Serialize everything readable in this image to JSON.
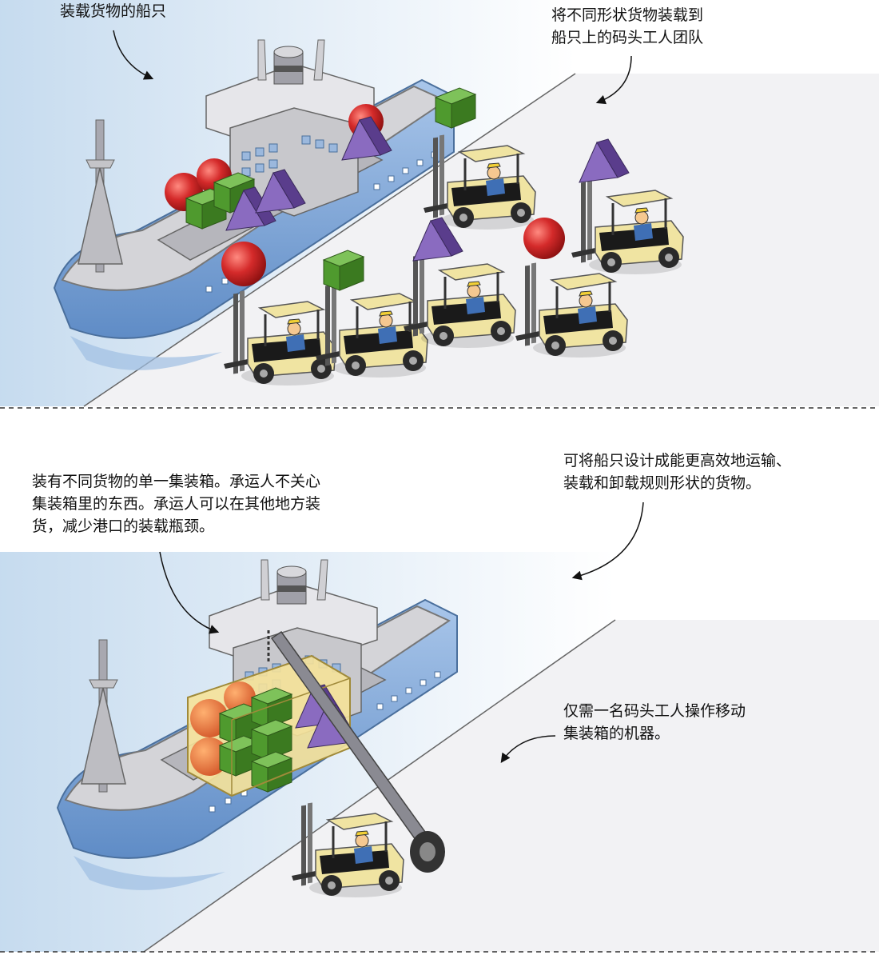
{
  "top_panel": {
    "ship_label": "装载货物的船只",
    "workers_label_lines": [
      "将不同形状货物装载到",
      "船只上的码头工人团队"
    ]
  },
  "bottom_panel": {
    "container_label_lines": [
      "装有不同货物的单一集装箱。承运人不关心",
      "集装箱里的东西。承运人可以在其他地方装",
      "货，减少港口的装载瓶颈。"
    ],
    "ship_label_lines": [
      "可将船只设计成能更高效地运输、",
      "装载和卸载规则形状的货物。"
    ],
    "machine_label_lines": [
      "仅需一名码头工人操作移动",
      "集装箱的机器。"
    ]
  },
  "colors": {
    "hull_blue": "#7ea7d8",
    "deck_gray": "#d4d4d8",
    "cargo_red": "#d42a2a",
    "cargo_green": "#4f9a2e",
    "cargo_purple": "#6a4c9c",
    "forklift_yellow": "#f0e4a2",
    "water_blue": "#cfe1f1"
  }
}
